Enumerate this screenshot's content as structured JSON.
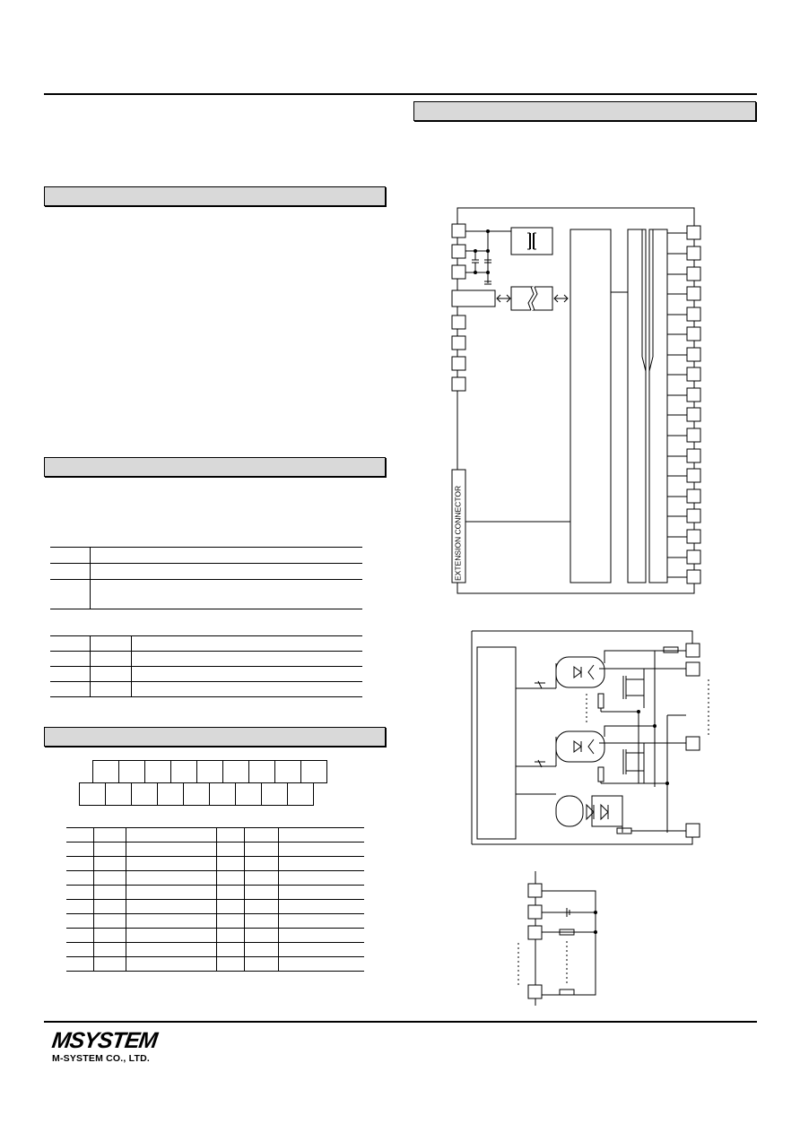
{
  "block_diagram": {
    "connector_label": "EXTENSION CONNECTOR"
  },
  "footer": {
    "logo_text": "MSYSTEM",
    "company_name": "M-SYSTEM CO., LTD."
  }
}
